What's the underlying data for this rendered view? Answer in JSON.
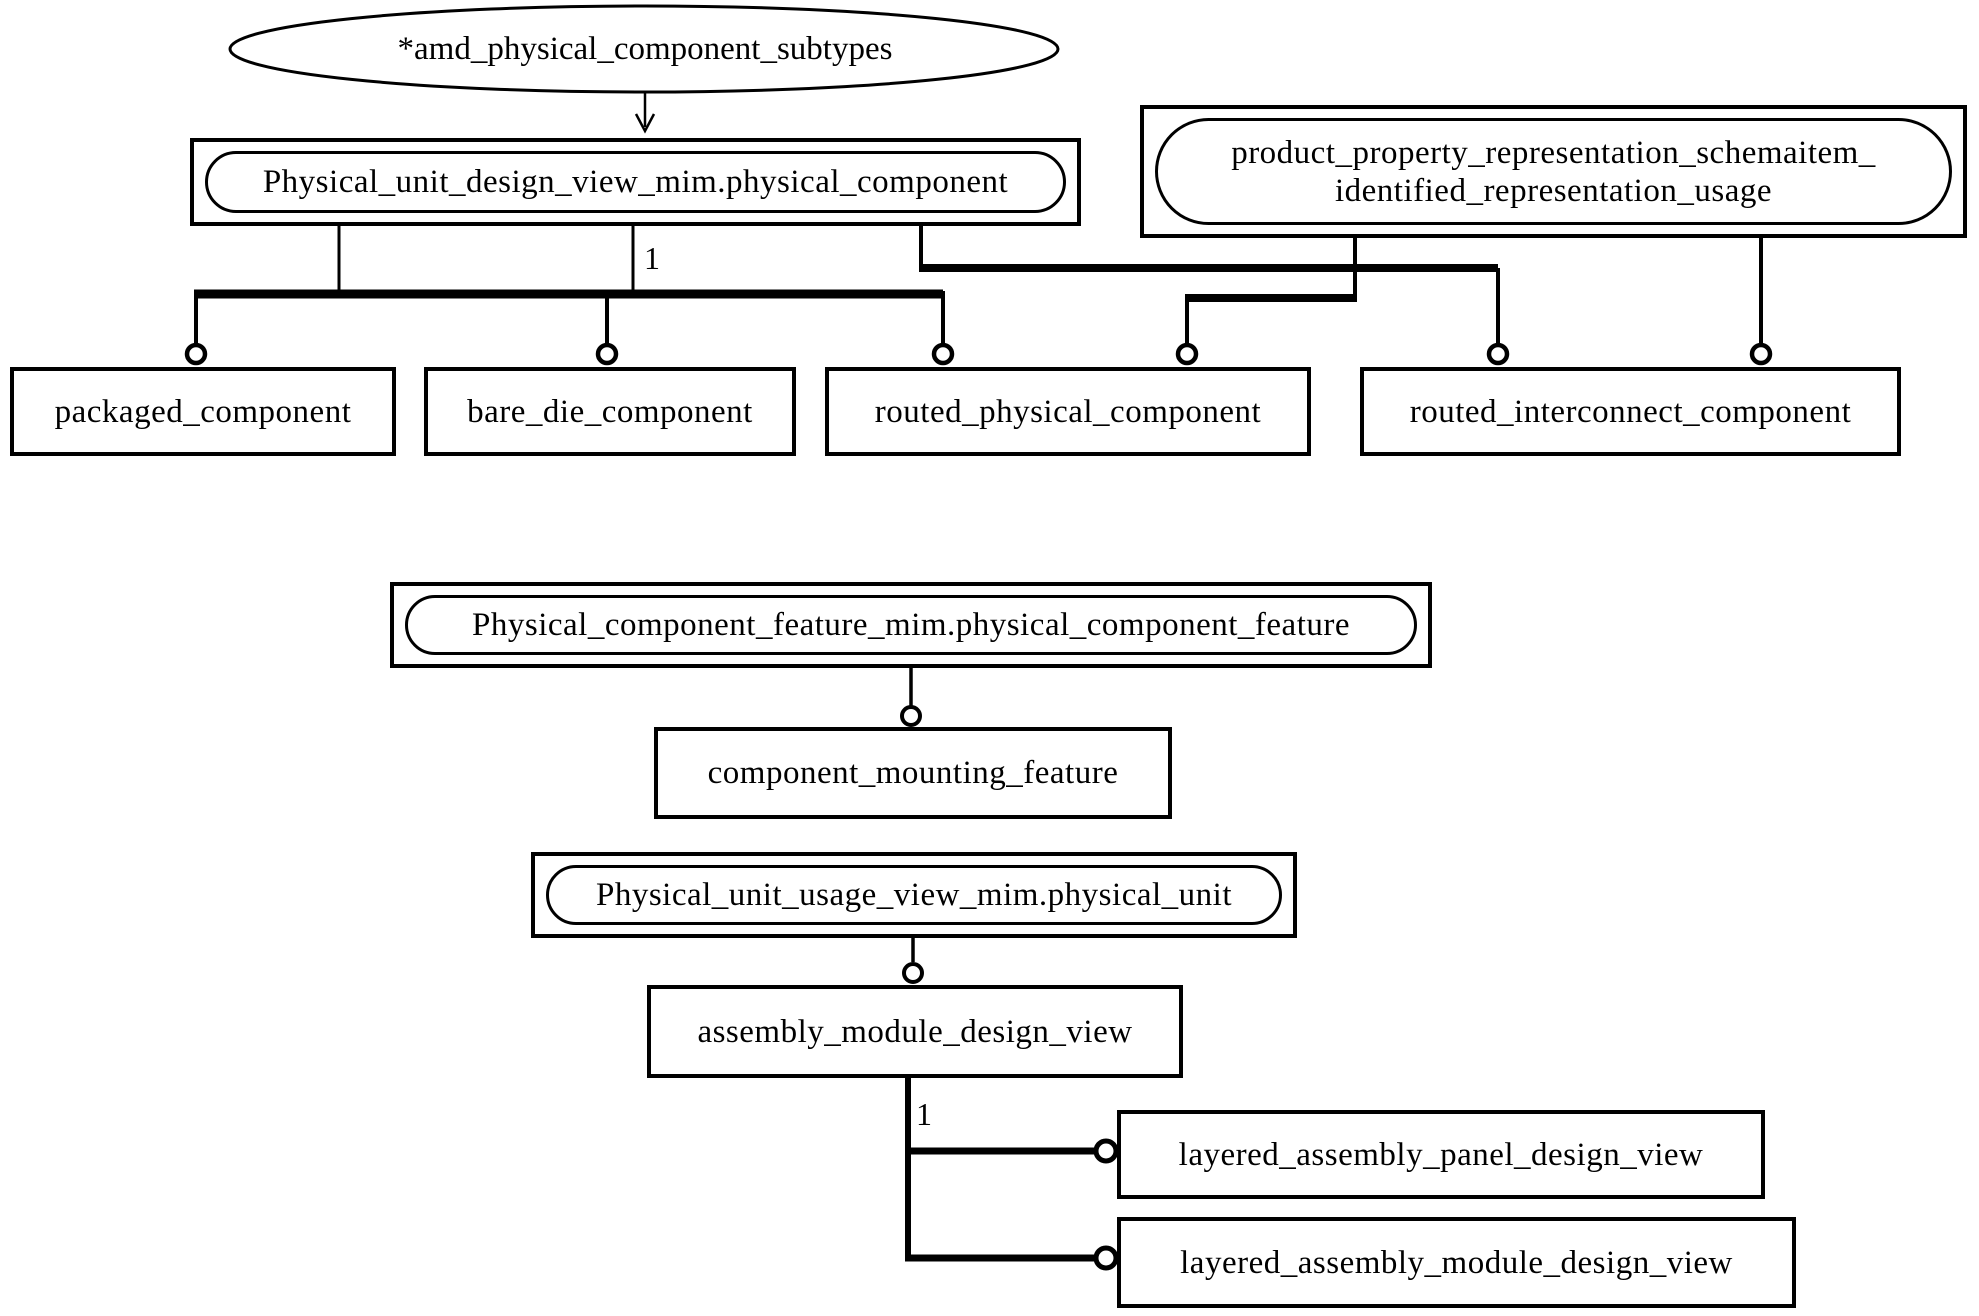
{
  "diagram": {
    "type": "express-g-schema-diagram",
    "colors": {
      "line": "#000000",
      "background": "#ffffff",
      "text": "#000000"
    },
    "ellipse": {
      "label": "*amd_physical_component_subtypes"
    },
    "nodes": {
      "physical_unit_design_view": {
        "label": "Physical_unit_design_view_mim.physical_component"
      },
      "product_property_representation": {
        "line1": "product_property_representation_schemaitem_",
        "line2": "identified_representation_usage"
      },
      "packaged_component": {
        "label": "packaged_component"
      },
      "bare_die_component": {
        "label": "bare_die_component"
      },
      "routed_physical_component": {
        "label": "routed_physical_component"
      },
      "routed_interconnect_component": {
        "label": "routed_interconnect_component"
      },
      "physical_component_feature": {
        "label": "Physical_component_feature_mim.physical_component_feature"
      },
      "component_mounting_feature": {
        "label": "component_mounting_feature"
      },
      "physical_unit_usage_view": {
        "label": "Physical_unit_usage_view_mim.physical_unit"
      },
      "assembly_module_design_view": {
        "label": "assembly_module_design_view"
      },
      "layered_assembly_panel_design_view": {
        "label": "layered_assembly_panel_design_view"
      },
      "layered_assembly_module_design_view": {
        "label": "layered_assembly_module_design_view"
      }
    },
    "labels": {
      "cardinality_top": "1",
      "cardinality_bottom": "1"
    }
  }
}
